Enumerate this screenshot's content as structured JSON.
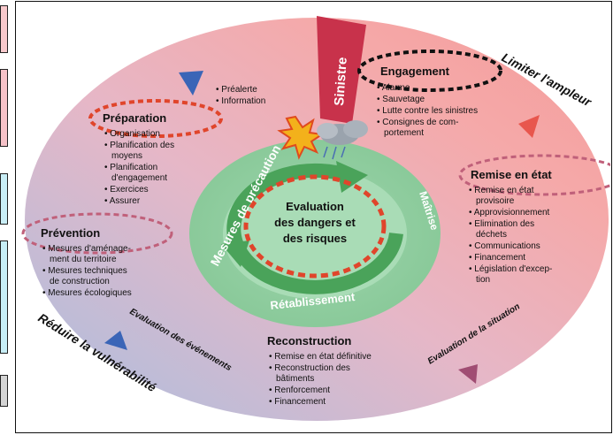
{
  "colors": {
    "side_boxes": [
      "#f8c9cc",
      "#f6c2c8",
      "#c9eef6",
      "#c7eef6",
      "#d4d4d4"
    ],
    "dashed_red": "#e0452b",
    "dashed_purple": "#c0607a",
    "dashed_black": "#111111",
    "ring_green": "#8cc99c",
    "arrow_green": "#4aa35a",
    "sinistre_red": "#c8324b"
  },
  "sinistre": "Sinistre",
  "inner": {
    "center": [
      "Evaluation",
      "des dangers et",
      "des risques"
    ],
    "mesures": "Mesures de précaution",
    "maitrise": "Maîtrise",
    "retablissement": "Rétablissement"
  },
  "preparation": {
    "title": "Préparation",
    "items": [
      "Organisation",
      "Planification des",
      "moyens",
      "Planification",
      "d'engagement",
      "Exercices",
      "Assurer"
    ]
  },
  "prealerte": {
    "items": [
      "Préalerte",
      "Information"
    ]
  },
  "engagement": {
    "title": "Engagement",
    "items": [
      "Alarme",
      "Sauvetage",
      "Lutte contre les sinistres",
      "Consignes de com-",
      "portement"
    ]
  },
  "remise": {
    "title": "Remise en état",
    "items": [
      "Remise en état",
      "provisoire",
      "Approvisionnement",
      "Elimination des",
      "déchets",
      "Communications",
      "Financement",
      "Législation d'excep-",
      "tion"
    ]
  },
  "prevention": {
    "title": "Prévention",
    "items": [
      "Mesures d'aménage-",
      "ment du territoire",
      "Mesures techniques",
      "de construction",
      "Mesures écologiques"
    ]
  },
  "reconstruction": {
    "title": "Reconstruction",
    "items": [
      "Remise en état définitive",
      "Reconstruction des",
      "bâtiments",
      "Renforcement",
      "Financement"
    ]
  },
  "outer": {
    "limiter": "Limiter l'ampleur",
    "reduire": "Réduire la vulnérabilité",
    "eval_evenements": "Evaluation des événements",
    "eval_situation": "Evaluation de la situation"
  }
}
